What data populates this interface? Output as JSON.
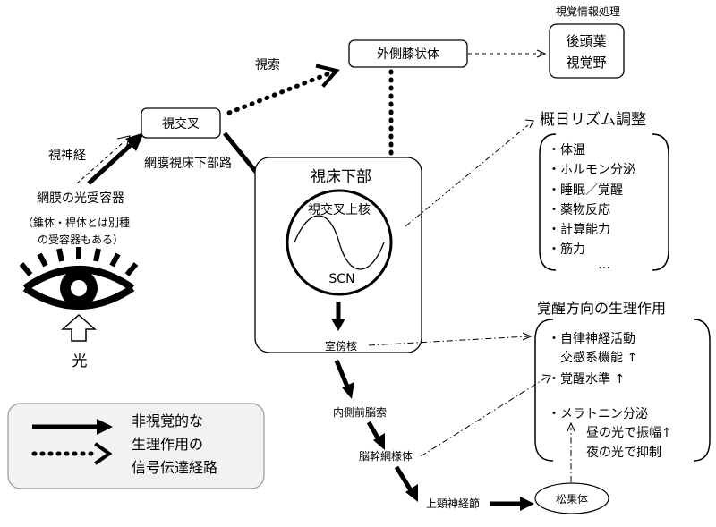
{
  "eye": {
    "photoreceptor_label": "網膜の光受容器",
    "note_line1": "（錐体・桿体とは別種",
    "note_line2": "の受容器もある）",
    "light_label": "光"
  },
  "nodes": {
    "optic_chiasm": "視交叉",
    "lgn": "外側膝状体",
    "visual_processing_caption": "視覚情報処理",
    "occipital_line1": "後頭葉",
    "occipital_line2": "視覚野",
    "hypothalamus": "視床下部",
    "scn_name": "視交叉上核",
    "scn_abbr": "SCN",
    "pvn": "室傍核",
    "mfb": "内側前脳索",
    "reticular": "脳幹網様体",
    "scg": "上頸神経節",
    "pineal": "松果体"
  },
  "paths": {
    "optic_nerve": "視神経",
    "optic_tract": "視索",
    "rht": "網膜視床下部路"
  },
  "circadian": {
    "title": "概日リズム調整",
    "items": [
      "・体温",
      "・ホルモン分泌",
      "・睡眠／覚醒",
      "・薬物反応",
      "・計算能力",
      "・筋力"
    ],
    "more": "…"
  },
  "arousal": {
    "title": "覚醒方向の生理作用",
    "item1_line1": "・自律神経活動",
    "item1_line2": "交感系機能 ↑",
    "item2": "・覚醒水準 ↑",
    "item3": "・メラトニン分泌",
    "item3_line2": "昼の光で振幅↑",
    "item3_line3": "夜の光で抑制"
  },
  "legend": {
    "line1": "非視覚的な",
    "line2": "生理作用の",
    "line3": "信号伝達経路"
  },
  "colors": {
    "ink": "#000000",
    "background": "#ffffff",
    "legend_fill": "#f2f2f2"
  }
}
